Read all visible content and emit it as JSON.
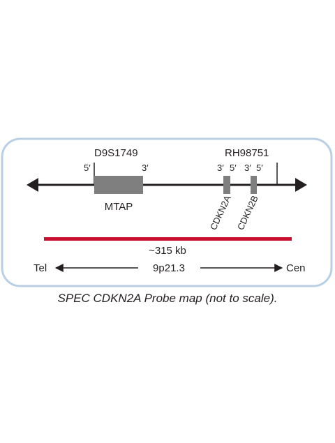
{
  "markers": {
    "left": "D9S1749",
    "right": "RH98751"
  },
  "orientation": {
    "mtap_5prime": "5′",
    "mtap_3prime": "3′",
    "cdkn2a_3prime": "3′",
    "cdkn2a_5prime": "5′",
    "cdkn2b_3prime": "3′",
    "cdkn2b_5prime": "5′"
  },
  "genes": {
    "mtap": "MTAP",
    "cdkn2a": "CDKN2A",
    "cdkn2b": "CDKN2B"
  },
  "probe": {
    "size_label": "~315 kb",
    "color": "#c8102e"
  },
  "chromosome": {
    "tel_label": "Tel",
    "band_label": "9p21.3",
    "cen_label": "Cen"
  },
  "caption": "SPEC CDKN2A Probe map (not to scale).",
  "colors": {
    "frame_border": "#b8cfe4",
    "gene_fill": "#7f7f7f",
    "line": "#231f20"
  }
}
